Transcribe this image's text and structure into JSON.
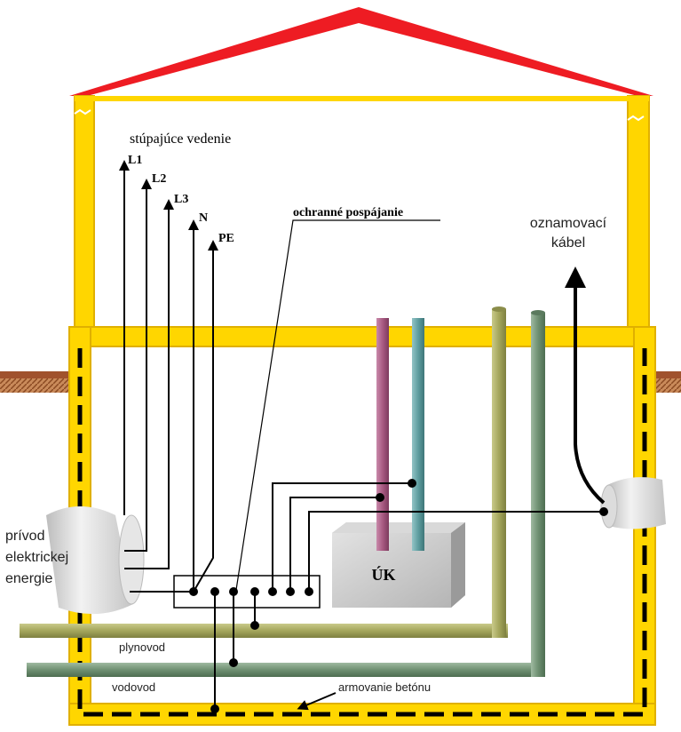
{
  "labels": {
    "rising_lines": "stúpajúce vedenie",
    "l1": "L1",
    "l2": "L2",
    "l3": "L3",
    "n": "N",
    "pe": "PE",
    "bonding": "ochranné pospájanie",
    "marker_cable_line1": "oznamovací",
    "marker_cable_line2": "kábel",
    "supply_line1": "prívod",
    "supply_line2": "elektrickej",
    "supply_line3": "energie",
    "heating": "ÚK",
    "gas_pipe": "plynovod",
    "water_pipe": "vodovod",
    "concrete_reinforcement": "armovanie betónu"
  },
  "colors": {
    "roof": "#ee1c23",
    "wall": "#ffd600",
    "wall_edge": "#e0b000",
    "ground": "#a0522d",
    "gas_pipe": "#a4a65c",
    "water_pipe": "#6f9072",
    "heating_pipe_red": "#a85a82",
    "heating_pipe_blue": "#5f9ea0",
    "box": "#cfcfcf"
  }
}
